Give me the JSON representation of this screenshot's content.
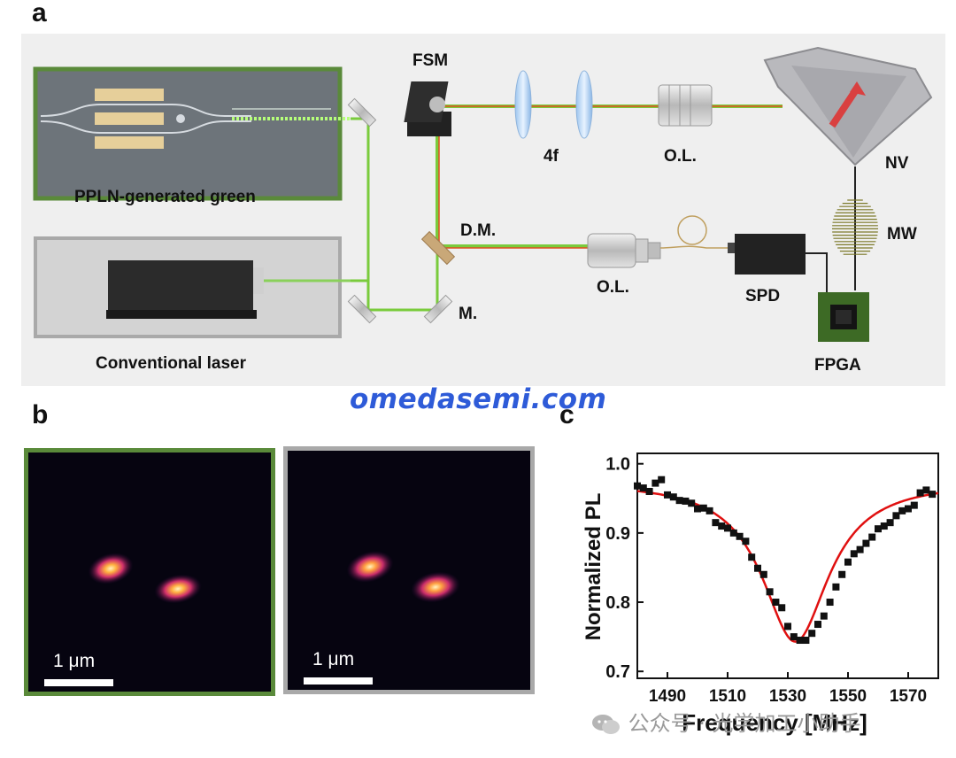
{
  "panel_labels": {
    "a": "a",
    "b": "b",
    "c": "c"
  },
  "schematic": {
    "pp_source": "PPLN-generated green",
    "conv_source": "Conventional laser",
    "fsm": "FSM",
    "lens_pair": "4f",
    "objective_top": "O.L.",
    "nv": "NV",
    "mw": "MW",
    "dm": "D.M.",
    "objective_bottom": "O.L.",
    "mirror": "M.",
    "spd": "SPD",
    "fpga": "FPGA"
  },
  "watermark": "omedasemi.com",
  "images": {
    "left_scale": "1 μm",
    "right_scale": "1 μm",
    "left_border": "#5a8a3a",
    "right_border": "#a9a9a9"
  },
  "chart_data": {
    "type": "scatter",
    "xlabel": "Frequency [MHz]",
    "ylabel": "Normalized PL",
    "xlim": [
      1480,
      1580
    ],
    "ylim": [
      0.69,
      1.015
    ],
    "xticks": [
      1490,
      1510,
      1530,
      1550,
      1570
    ],
    "yticks": [
      0.7,
      0.8,
      0.9,
      1.0
    ],
    "ytick_labels": [
      "0.7",
      "0.8",
      "0.9",
      "1.0"
    ],
    "x": [
      1480,
      1482,
      1484,
      1486,
      1488,
      1490,
      1492,
      1494,
      1496,
      1498,
      1500,
      1502,
      1504,
      1506,
      1508,
      1510,
      1512,
      1514,
      1516,
      1518,
      1520,
      1522,
      1524,
      1526,
      1528,
      1530,
      1532,
      1534,
      1536,
      1538,
      1540,
      1542,
      1544,
      1546,
      1548,
      1550,
      1552,
      1554,
      1556,
      1558,
      1560,
      1562,
      1564,
      1566,
      1568,
      1570,
      1572,
      1574,
      1576,
      1578
    ],
    "y": [
      0.968,
      0.965,
      0.96,
      0.972,
      0.977,
      0.955,
      0.952,
      0.947,
      0.946,
      0.943,
      0.935,
      0.936,
      0.932,
      0.915,
      0.91,
      0.907,
      0.9,
      0.895,
      0.888,
      0.865,
      0.849,
      0.84,
      0.815,
      0.8,
      0.792,
      0.765,
      0.75,
      0.745,
      0.745,
      0.755,
      0.768,
      0.78,
      0.8,
      0.822,
      0.84,
      0.858,
      0.87,
      0.876,
      0.885,
      0.894,
      0.906,
      0.91,
      0.915,
      0.925,
      0.932,
      0.935,
      0.94,
      0.958,
      0.962,
      0.956
    ],
    "fit_color": "#e01010",
    "point_color": "#111111"
  },
  "footer": {
    "text": "公众号 · 光学加工小助手"
  }
}
